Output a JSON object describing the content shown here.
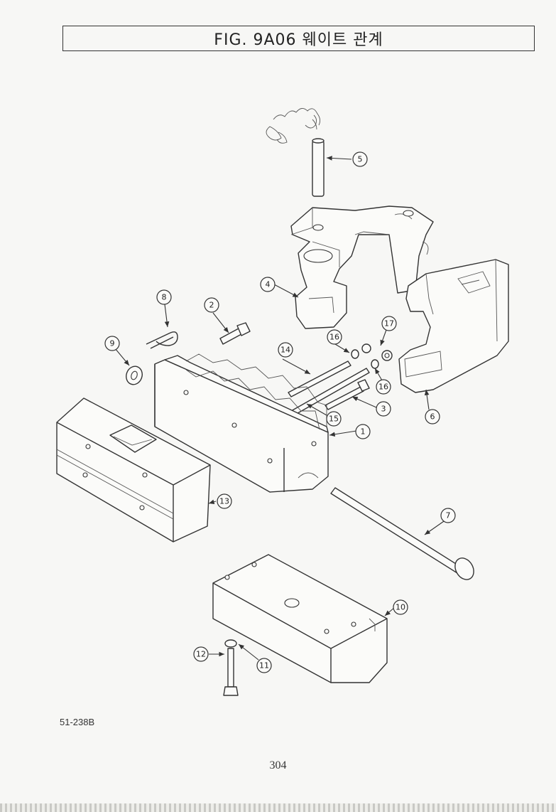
{
  "header": {
    "title": "FIG. 9A06 웨이트 관계"
  },
  "figure_code": "51-238B",
  "page_number": "304",
  "callouts": [
    "1",
    "2",
    "3",
    "4",
    "5",
    "6",
    "7",
    "8",
    "9",
    "10",
    "11",
    "12",
    "13",
    "14",
    "15",
    "16",
    "16",
    "17"
  ]
}
